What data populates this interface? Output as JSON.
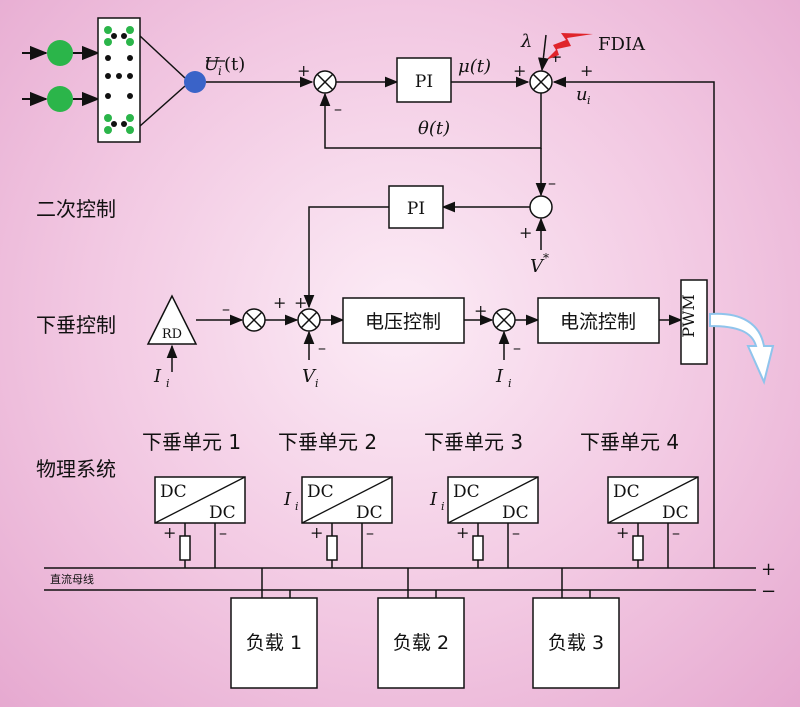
{
  "layers": {
    "secondary": "二次控制",
    "droop": "下垂控制",
    "physical": "物理系统"
  },
  "blocks": {
    "pi_top": "PI",
    "pi_mid": "PI",
    "rd": "RD",
    "voltage_ctrl": "电压控制",
    "current_ctrl": "电流控制",
    "pwm": "PWM"
  },
  "signals": {
    "u_bar": "U",
    "u_bar_sub": "i",
    "u_bar_arg": "(t)",
    "mu": "μ(t)",
    "theta": "θ(t)",
    "lambda": "λ",
    "fdia": "FDIA",
    "u_i": "u",
    "u_i_sub": "i",
    "v_star": "V",
    "v_star_sup": "*",
    "v_i": "V",
    "v_i_sub": "i",
    "i_i": "I",
    "i_i_sub": "i"
  },
  "signs": {
    "plus": "+",
    "minus": "−",
    "minus_dash": "–"
  },
  "units": [
    {
      "title": "下垂单元 1",
      "dc_in": "DC",
      "dc_out": "DC"
    },
    {
      "title": "下垂单元 2",
      "dc_in": "DC",
      "dc_out": "DC"
    },
    {
      "title": "下垂单元 3",
      "dc_in": "DC",
      "dc_out": "DC"
    },
    {
      "title": "下垂单元 4",
      "dc_in": "DC",
      "dc_out": "DC"
    }
  ],
  "bus_label": "直流母线",
  "loads": [
    "负载 1",
    "负载 2",
    "负载 3"
  ],
  "colors": {
    "input_node": "#2bb54a",
    "output_node": "#3a63c8",
    "attack_bolt": "#e0242b",
    "arrow_fill": "#ffffff",
    "arrow_stroke": "#8fc4ec",
    "background_inner": "#fcecf6",
    "background_outer": "#e6a9d0"
  }
}
